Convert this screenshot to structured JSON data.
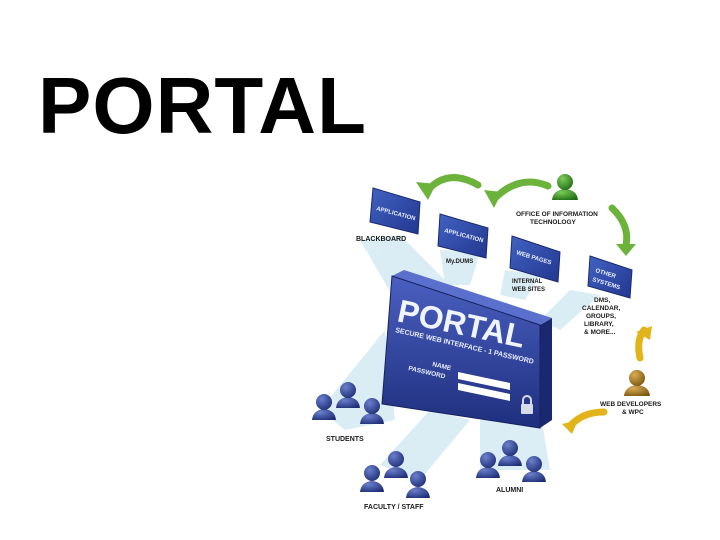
{
  "title": "PORTAL",
  "cards": {
    "blackboard": {
      "card": "APPLICATION",
      "label": "BLACKBOARD"
    },
    "mydums": {
      "card": "APPLICATION",
      "label": "My.DUMS"
    },
    "internal": {
      "card": "WEB PAGES",
      "label1": "INTERNAL",
      "label2": "WEB SITES"
    },
    "other": {
      "card1": "OTHER",
      "card2": "SYSTEMS"
    }
  },
  "oit": {
    "line1": "OFFICE OF INFORMATION",
    "line2": "TECHNOLOGY"
  },
  "other_list": [
    "DMS,",
    "CALENDAR,",
    "GROUPS,",
    "LIBRARY,",
    "& MORE..."
  ],
  "web_dev": {
    "line1": "WEB DEVELOPERS",
    "line2": "& WPC"
  },
  "portal": {
    "heading": "PORTAL",
    "tagline": "SECURE WEB INTERFACE - 1 PASSWORD",
    "name_label": "NAME",
    "password_label": "PASSWORD"
  },
  "groups": {
    "students": "STUDENTS",
    "faculty": "FACULTY / STAFF",
    "alumni": "ALUMNI"
  },
  "colors": {
    "title": "#000000",
    "portal_blue": "#2b3e9a",
    "card_blue": "#2e4aa8",
    "people_blue": "#2a3d8f",
    "people_green": "#2f8a22",
    "people_gold": "#a87c1e",
    "arrow_green": "#6cb33c",
    "arrow_gold": "#e2b41a",
    "beam": "#cfe7f1"
  }
}
